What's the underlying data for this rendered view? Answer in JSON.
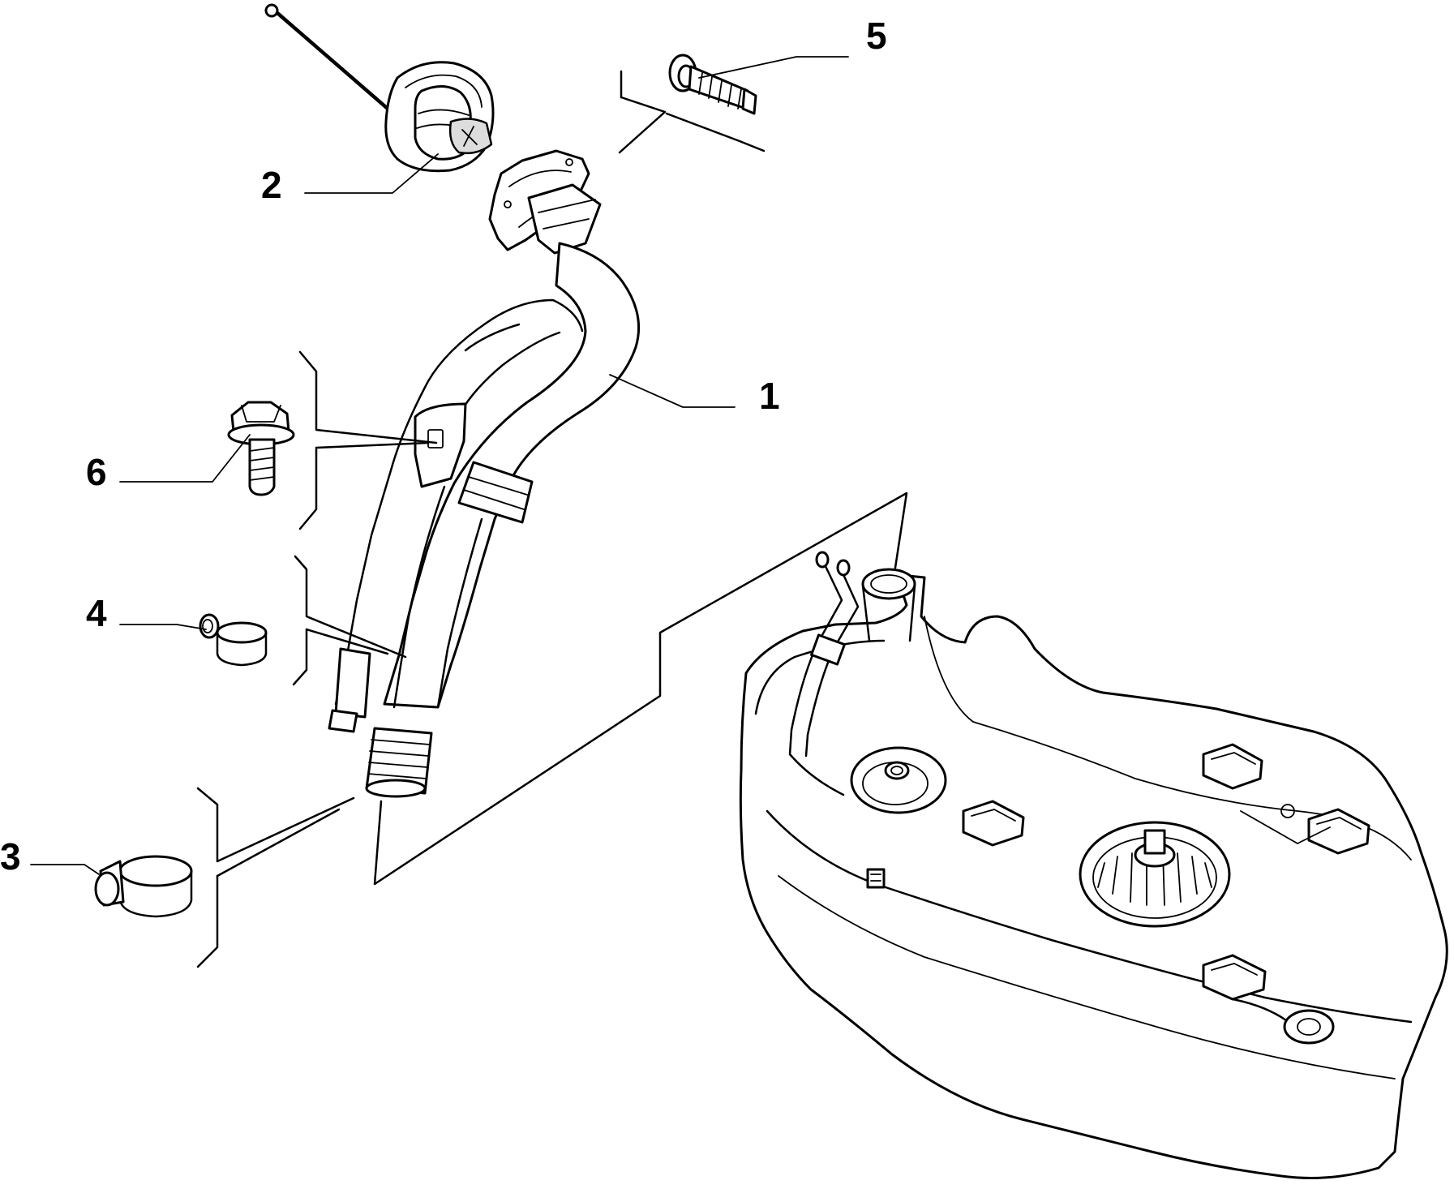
{
  "diagram": {
    "callouts": [
      {
        "id": "1",
        "label": "1"
      },
      {
        "id": "2",
        "label": "2"
      },
      {
        "id": "3",
        "label": "3"
      },
      {
        "id": "4",
        "label": "4"
      },
      {
        "id": "5",
        "label": "5"
      },
      {
        "id": "6",
        "label": "6"
      }
    ],
    "parts": [
      {
        "callout": "1",
        "name": "fuel-filler-pipe"
      },
      {
        "callout": "2",
        "name": "fuel-filler-cap"
      },
      {
        "callout": "3",
        "name": "hose-clamp-large"
      },
      {
        "callout": "4",
        "name": "hose-clamp-small"
      },
      {
        "callout": "5",
        "name": "flange-screw"
      },
      {
        "callout": "6",
        "name": "hex-flange-bolt"
      }
    ],
    "line_color": "#000000",
    "background_color": "#ffffff"
  }
}
